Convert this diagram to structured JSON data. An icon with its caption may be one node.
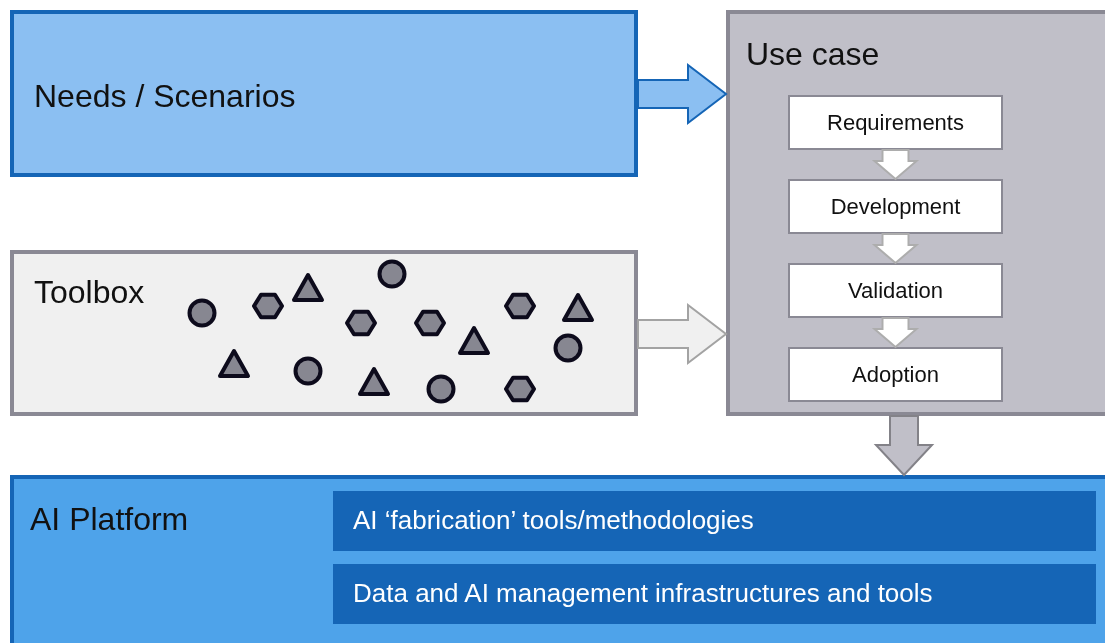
{
  "diagram": {
    "nodes": [
      {
        "text": [
          "Needs / Scenarios"
        ]
      },
      {
        "text": [
          "Toolbox"
        ]
      },
      {
        "text": [
          "Use case"
        ]
      },
      {
        "text": [
          "Requirements"
        ],
        "in": 2
      },
      {
        "text": [
          "Development"
        ],
        "in": 2
      },
      {
        "text": [
          "Validation"
        ],
        "in": 2
      },
      {
        "text": [
          "Adoption"
        ],
        "in": 2
      },
      {
        "text": [
          "AI Platform"
        ]
      },
      {
        "text": [
          "AI ‘fabrication’ tools/methodologies"
        ],
        "in": 7
      },
      {
        "text": [
          "Data and AI management infrastructures and tools"
        ],
        "in": 7
      }
    ],
    "edges": [
      {
        "from": 0,
        "to": 2,
        "arrow": "to",
        "color": "#8bbff2"
      },
      {
        "from": 1,
        "to": 2,
        "arrow": "to",
        "color": "#f0f0f0"
      },
      {
        "from": 3,
        "to": 4,
        "arrow": "to"
      },
      {
        "from": 4,
        "to": 5,
        "arrow": "to"
      },
      {
        "from": 5,
        "to": 6,
        "arrow": "to"
      },
      {
        "from": 2,
        "to": 7,
        "arrow": "to",
        "color": "#c0bfc8"
      }
    ]
  }
}
